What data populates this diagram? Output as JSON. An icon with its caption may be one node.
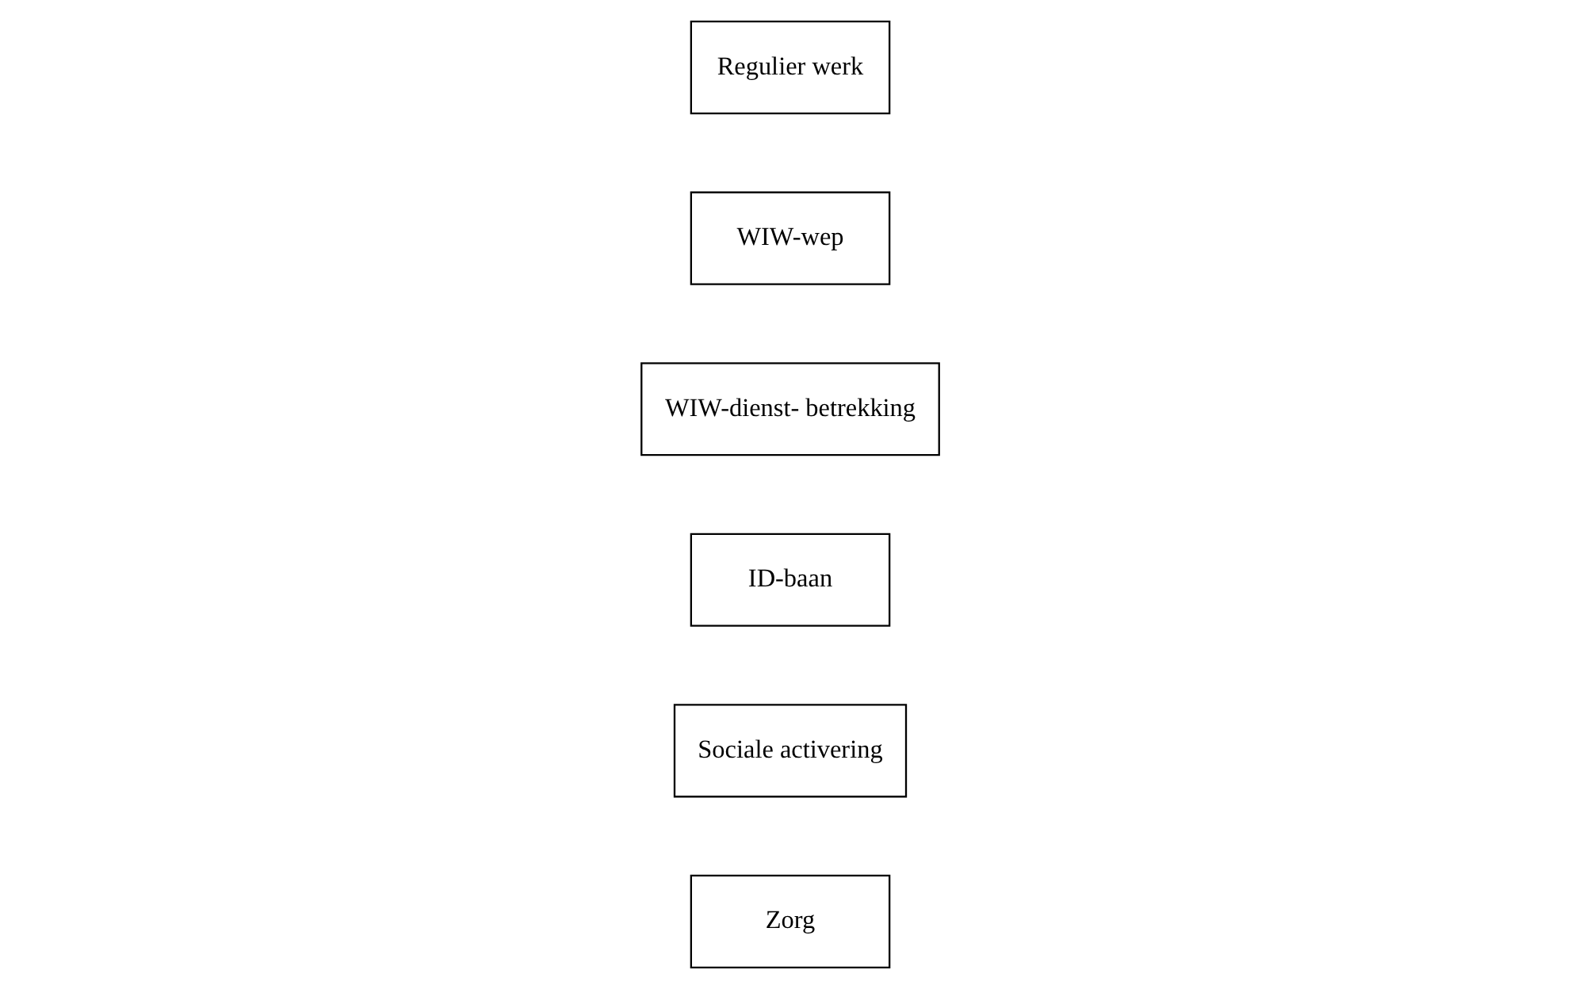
{
  "diagram": {
    "nodes": [
      {
        "text": [
          "Zorg"
        ]
      },
      {
        "text": [
          "Sociale activering"
        ]
      },
      {
        "text": [
          "ID-baan"
        ]
      },
      {
        "text": [
          "WIW-dienst- betrekking"
        ]
      },
      {
        "text": [
          "WIW-wep"
        ]
      },
      {
        "text": [
          "Regulier werk"
        ]
      }
    ],
    "edges": []
  }
}
